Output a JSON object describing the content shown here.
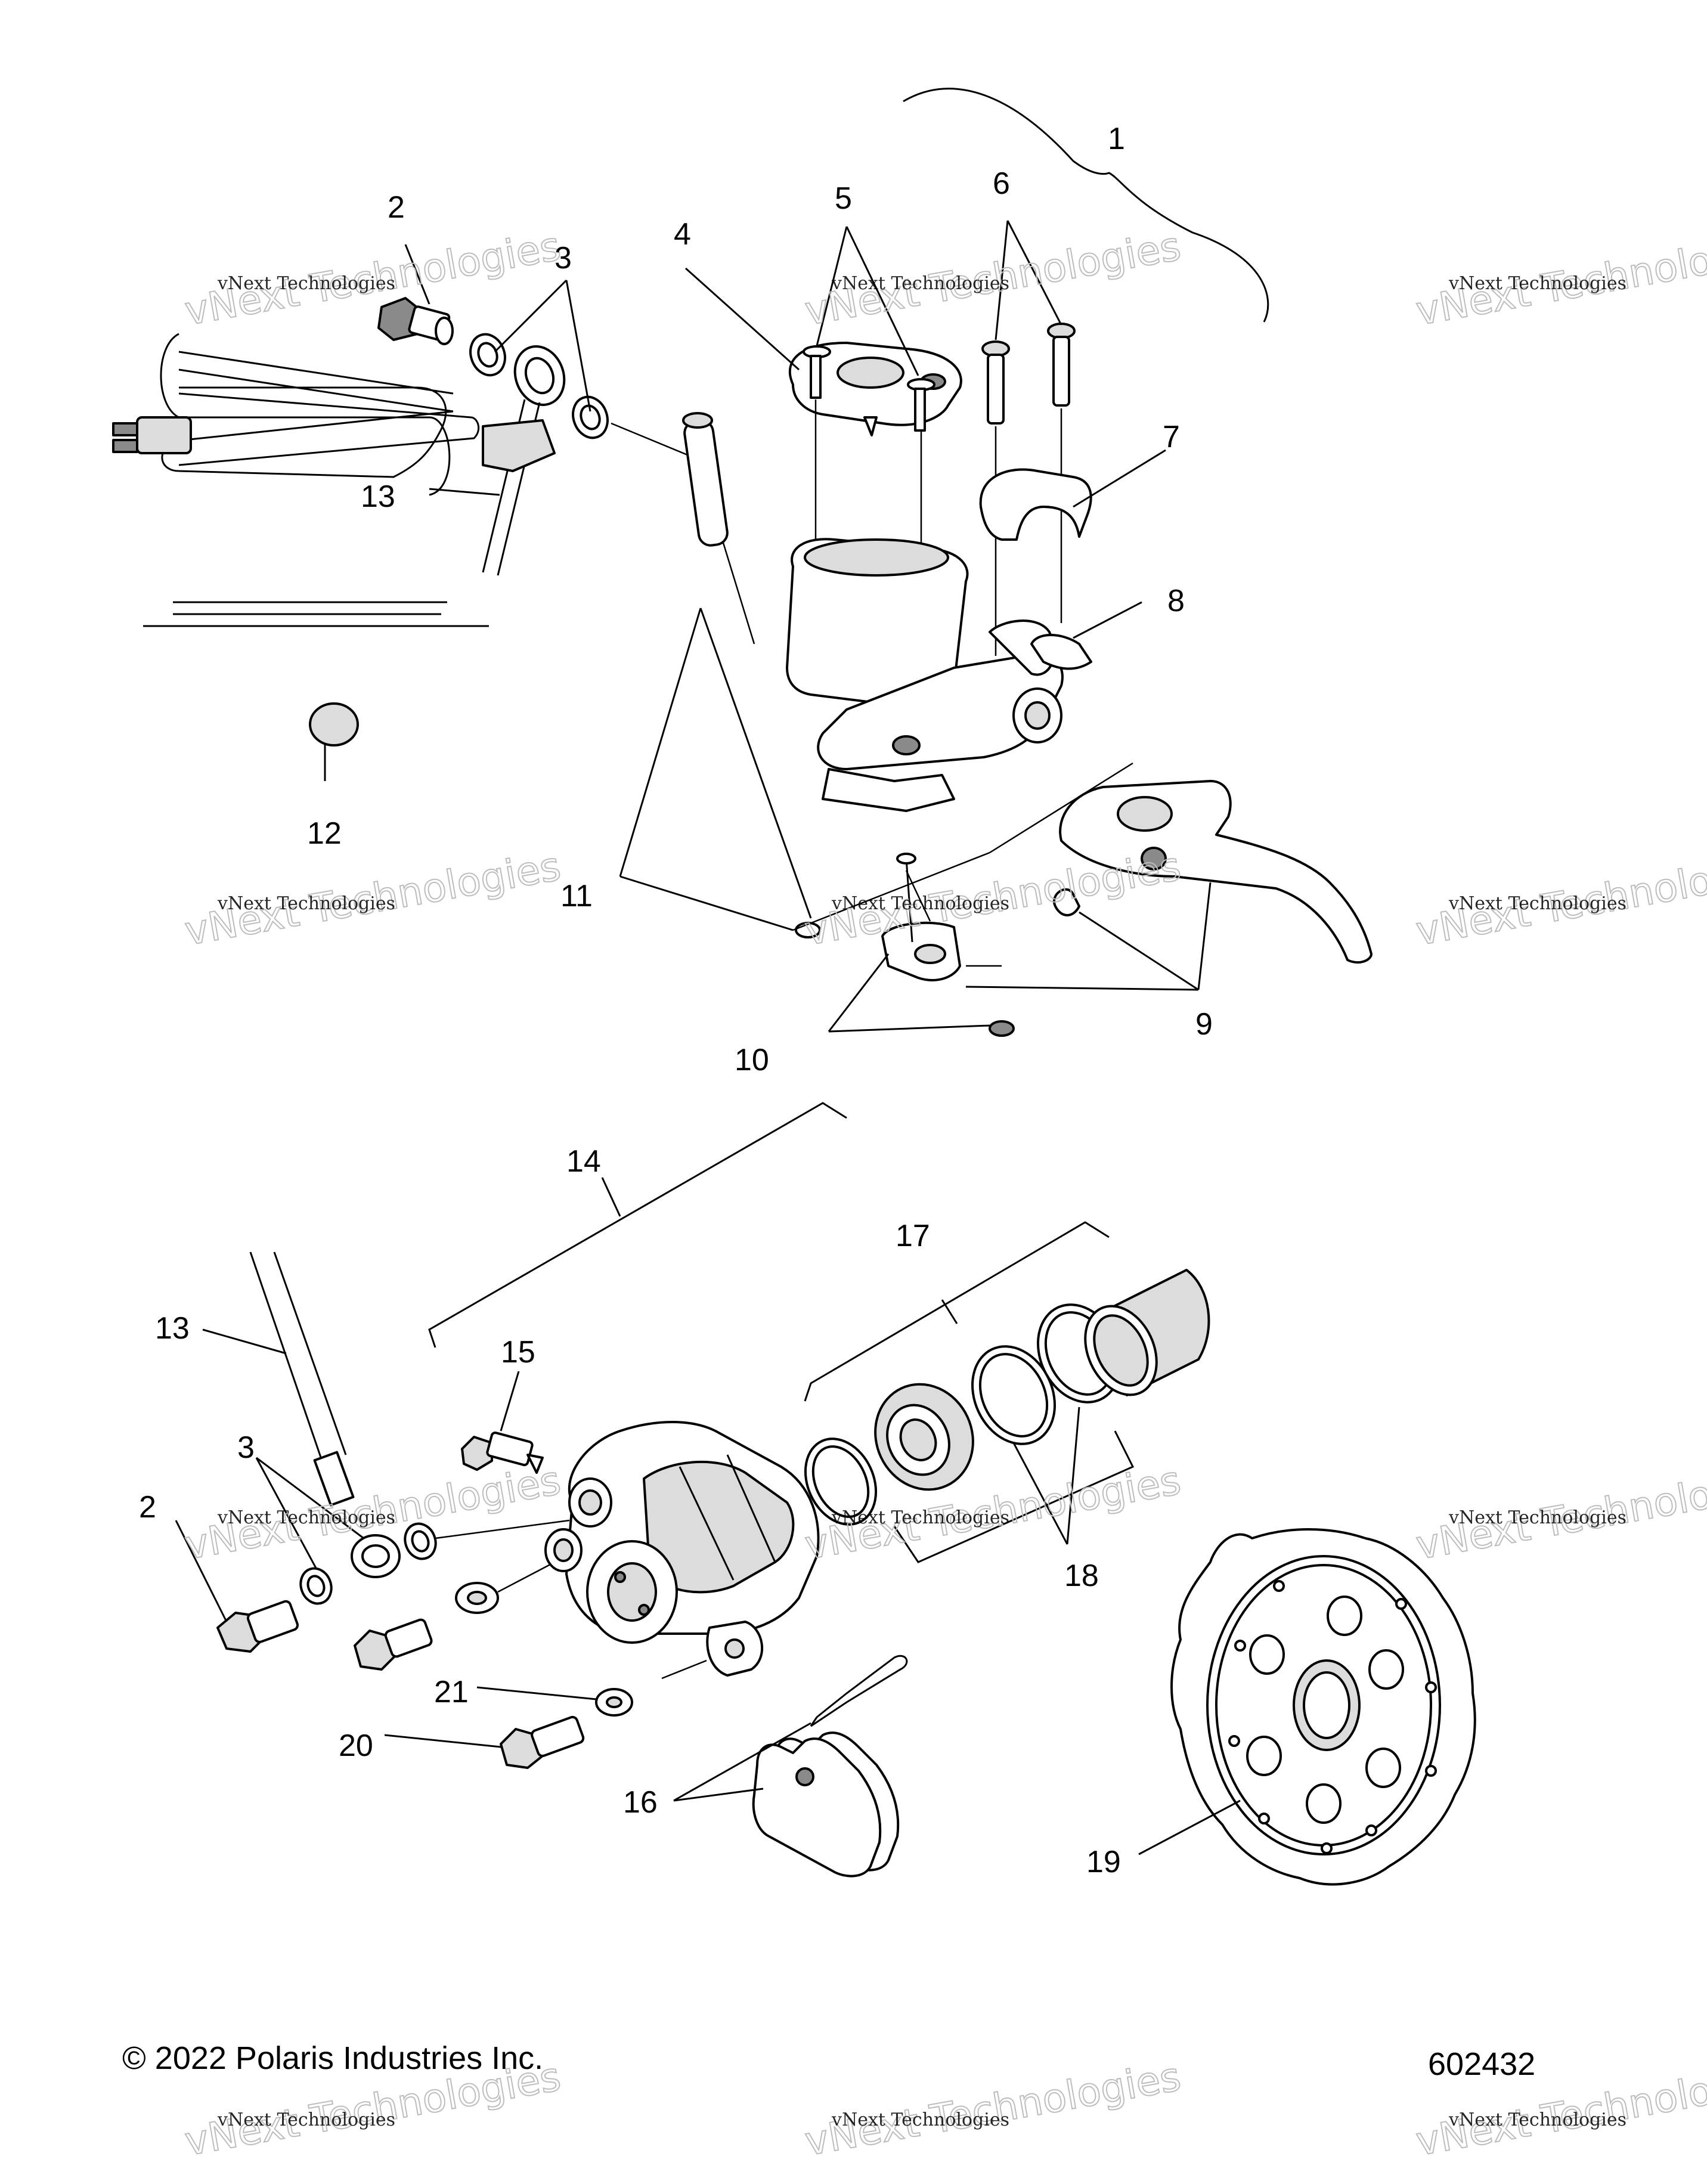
{
  "callouts": {
    "c1": "1",
    "c2a": "2",
    "c3a": "3",
    "c4": "4",
    "c5": "5",
    "c6": "6",
    "c7": "7",
    "c8": "8",
    "c9": "9",
    "c10": "10",
    "c11": "11",
    "c12": "12",
    "c13a": "13",
    "c14": "14",
    "c15": "15",
    "c13b": "13",
    "c17": "17",
    "c3b": "3",
    "c2b": "2",
    "c18": "18",
    "c21": "21",
    "c20": "20",
    "c16": "16",
    "c19": "19"
  },
  "watermark": {
    "small": "vNext Technologies",
    "big": "vNext Technologies"
  },
  "footer": {
    "copyright": "© 2022 Polaris Industries Inc.",
    "diagram_number": "602432"
  }
}
